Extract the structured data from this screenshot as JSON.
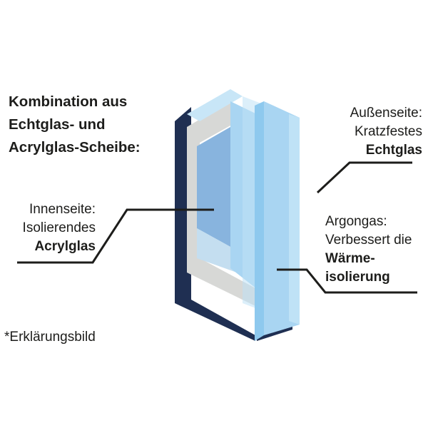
{
  "title": {
    "line1": "Kombination aus",
    "line2": "Echtglas- und",
    "line3": "Acrylglas-Scheibe:"
  },
  "outer": {
    "line1": "Außenseite:",
    "line2": "Kratzfestes",
    "line3": "Echtglas"
  },
  "inner": {
    "line1": "Innenseite:",
    "line2": "Isolierendes",
    "line3": "Acrylglas"
  },
  "gas": {
    "line1": "Argongas:",
    "line2": "Verbessert die",
    "line3": "Wärme-",
    "line4": "isolierung"
  },
  "footnote": "*Erklärungsbild",
  "colors": {
    "frame_dark": "#1f2f52",
    "spacer_grey": "#d7d8d6",
    "pane_light": "#c8e6f7",
    "pane_mid": "#a9d5f2",
    "interior_blue": "#88b4de",
    "leader_line": "#1d1d1b"
  }
}
